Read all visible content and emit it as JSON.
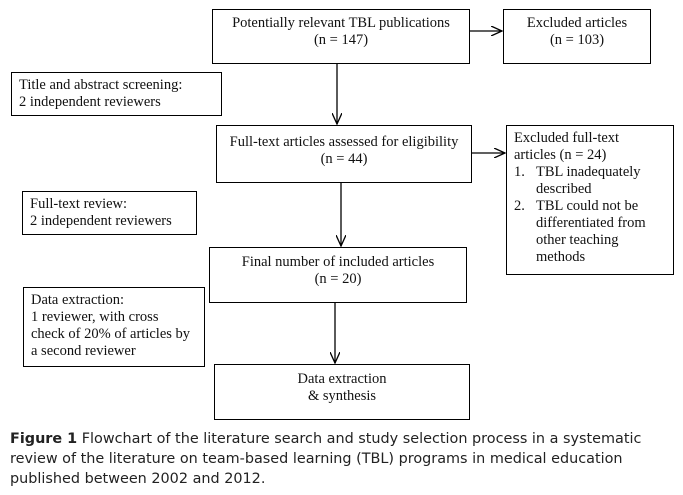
{
  "nodes": {
    "potentially_relevant": {
      "title": "Potentially relevant TBL publications",
      "count": "(n = 147)"
    },
    "excluded_articles": {
      "title": "Excluded articles",
      "count": "(n = 103)"
    },
    "title_abstract_screening": {
      "lines": [
        "Title and abstract screening:",
        "2 independent reviewers"
      ]
    },
    "full_text_assessed": {
      "title": "Full-text articles assessed for eligibility",
      "count": "(n = 44)"
    },
    "excluded_full_text": {
      "lines": [
        "Excluded full-text",
        "articles (n = 24)"
      ],
      "reasons": [
        {
          "num": "1.",
          "lines": [
            "TBL inadequately",
            "described"
          ]
        },
        {
          "num": "2.",
          "lines": [
            "TBL could not be",
            "differentiated from",
            "other teaching",
            "methods"
          ]
        }
      ]
    },
    "full_text_review": {
      "lines": [
        "Full-text review:",
        "2 independent reviewers"
      ]
    },
    "final_included": {
      "title": "Final number of included articles",
      "count": "(n = 20)"
    },
    "data_extraction_note": {
      "lines": [
        "Data extraction:",
        "1 reviewer, with cross",
        "check of 20% of articles by",
        "a second reviewer"
      ]
    },
    "data_extraction_synthesis": {
      "lines": [
        "Data extraction",
        "& synthesis"
      ]
    }
  },
  "caption": {
    "label": "Figure 1",
    "text": " Flowchart of the literature search and study selection process in a systematic review of the literature on team-based learning (TBL) programs in medical education published between 2002 and 2012."
  }
}
